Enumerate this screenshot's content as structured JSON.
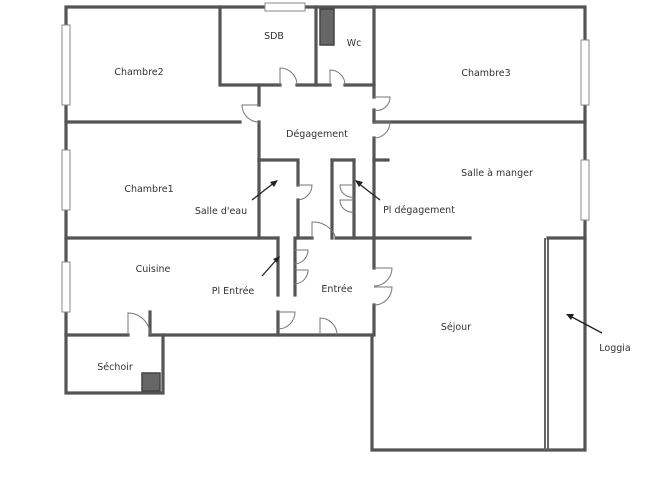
{
  "rooms": {
    "sdb": "SDB",
    "wc": "Wc",
    "chambre2": "Chambre2",
    "chambre3": "Chambre3",
    "degagement": "Dégagement",
    "chambre1": "Chambre1",
    "salle_eau": "Salle d'eau",
    "salle_manger": "Salle à manger",
    "pl_degagement": "Pl dégagement",
    "cuisine": "Cuisine",
    "pl_entree": "Pl Entrée",
    "entree": "Entrée",
    "sejour": "Séjour",
    "loggia": "Loggia",
    "sechoir": "Séchoir"
  },
  "colors": {
    "wall": "#555555",
    "duct": "#666666"
  }
}
